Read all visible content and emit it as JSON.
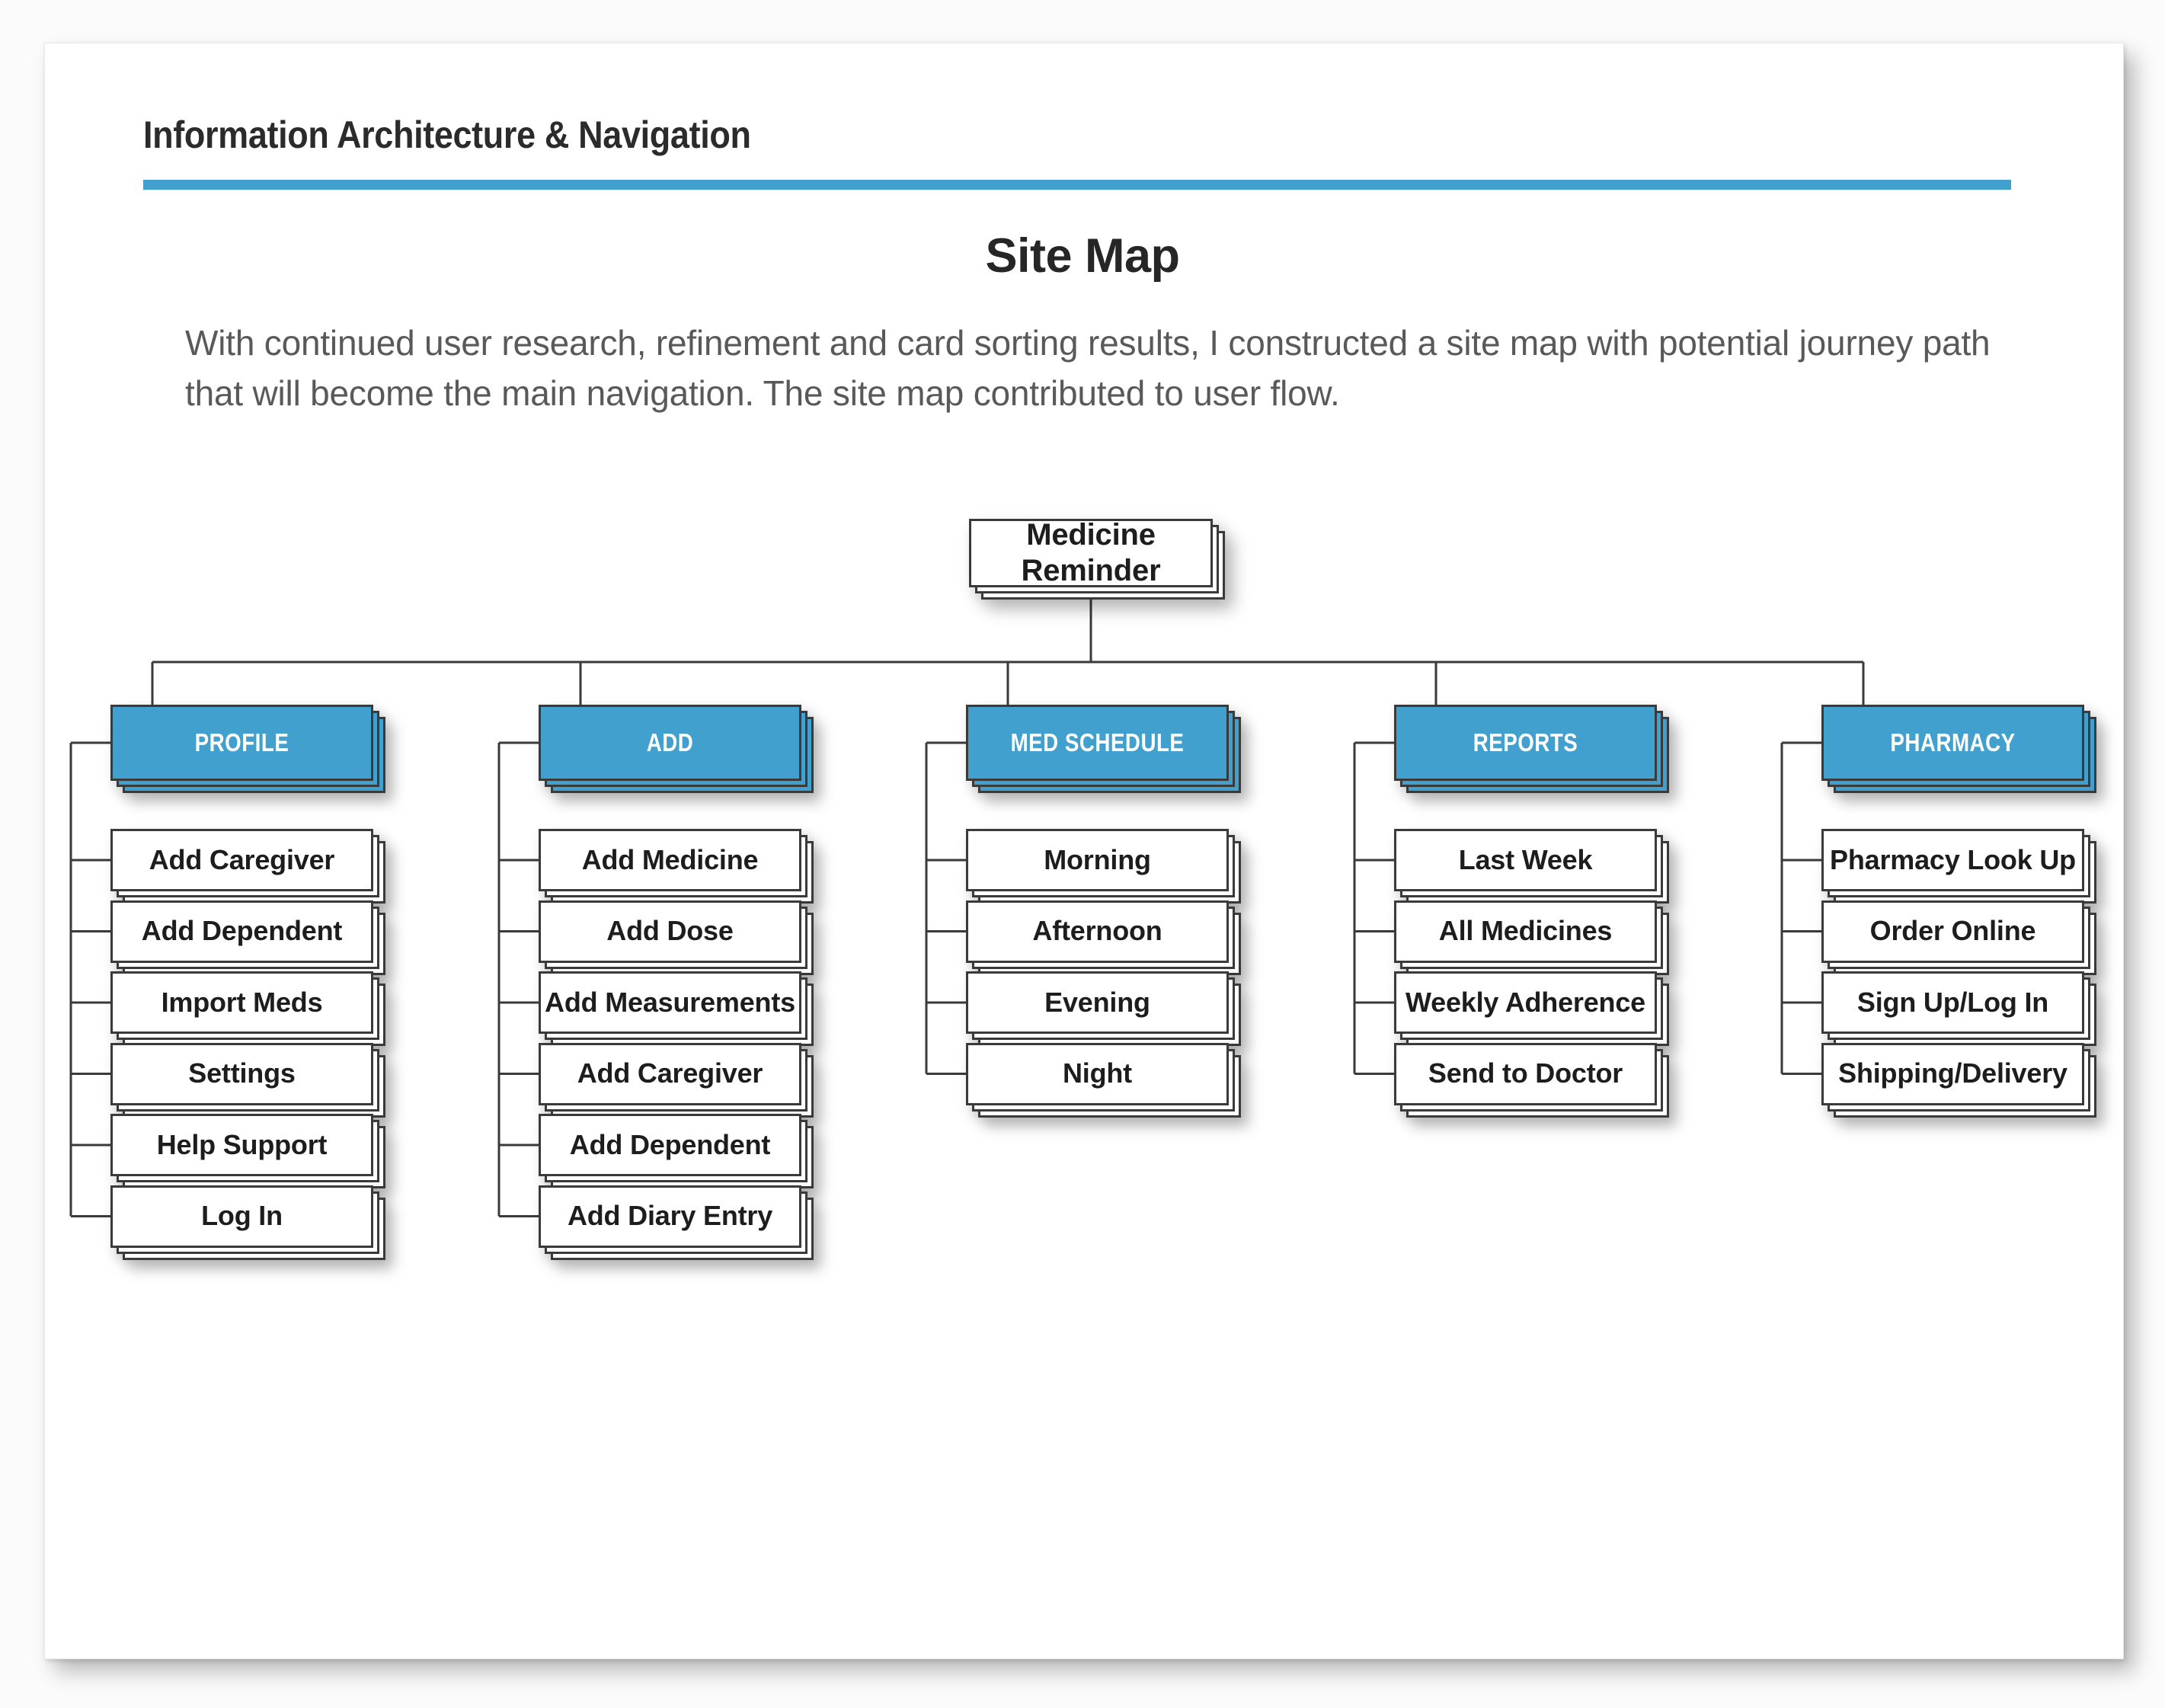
{
  "header": {
    "kicker": "Information Architecture & Navigation",
    "title": "Site Map",
    "body": "With continued user research, refinement and card sorting results, I constructed a site map with potential journey path that will become the main navigation. The site map contributed to user flow.",
    "rule_color": "#41a0ce"
  },
  "sitemap": {
    "root": "Medicine\nReminder",
    "accent_color": "#41a0ce",
    "columns": [
      {
        "header": "PROFILE",
        "children": [
          "Add Caregiver",
          "Add Dependent",
          "Import Meds",
          "Settings",
          "Help Support",
          "Log In"
        ]
      },
      {
        "header": "ADD",
        "children": [
          "Add Medicine",
          "Add Dose",
          "Add Measurements",
          "Add Caregiver",
          "Add Dependent",
          "Add Diary Entry"
        ]
      },
      {
        "header": "MED SCHEDULE",
        "children": [
          "Morning",
          "Afternoon",
          "Evening",
          "Night"
        ]
      },
      {
        "header": "REPORTS",
        "children": [
          "Last Week",
          "All Medicines",
          "Weekly Adherence",
          "Send to Doctor"
        ]
      },
      {
        "header": "PHARMACY",
        "children": [
          "Pharmacy Look Up",
          "Order Online",
          "Sign Up/Log In",
          "Shipping/Delivery"
        ]
      }
    ]
  }
}
